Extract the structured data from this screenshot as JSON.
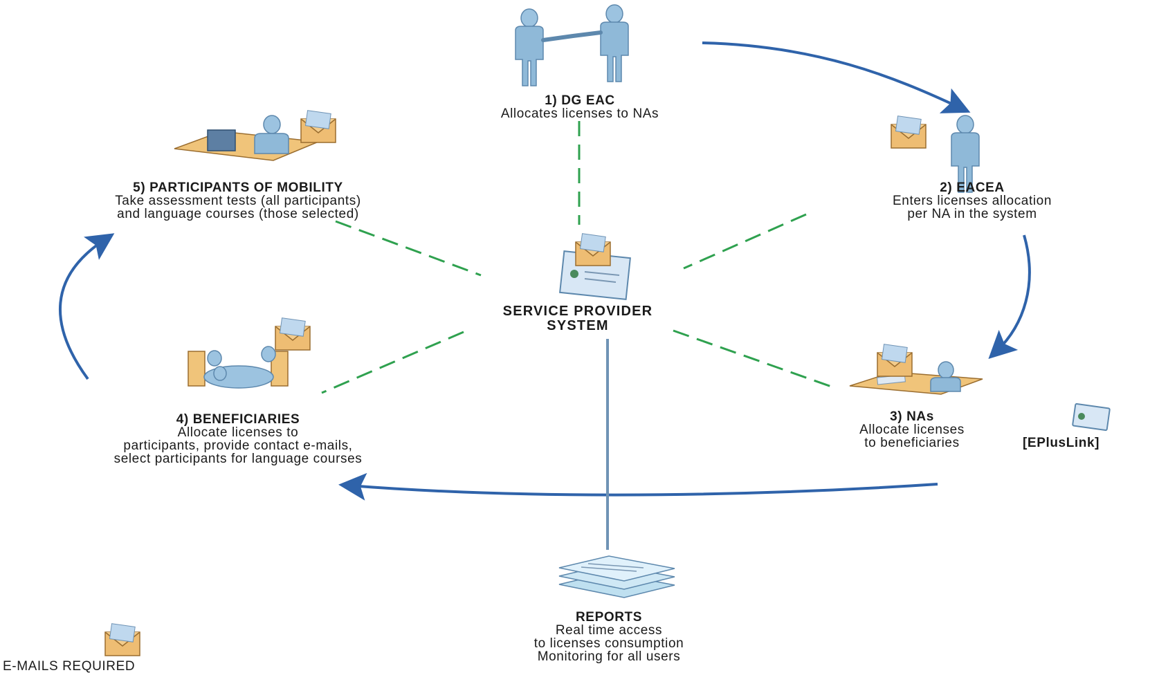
{
  "nodes": {
    "dg_eac": {
      "title": "1) DG EAC",
      "lines": [
        "Allocates licenses to NAs"
      ]
    },
    "eacea": {
      "title": "2) EACEA",
      "lines": [
        "Enters licenses allocation",
        "per NA in the system"
      ]
    },
    "nas": {
      "title": "3) NAs",
      "lines": [
        "Allocate licenses",
        "to beneficiaries"
      ]
    },
    "beneficiaries": {
      "title": "4) BENEFICIARIES",
      "lines": [
        "Allocate licenses to",
        "participants, provide contact e-mails,",
        "select participants for language courses"
      ]
    },
    "participants": {
      "title": "5) PARTICIPANTS OF MOBILITY",
      "lines": [
        "Take assessment tests (all participants)",
        "and language courses (those selected)"
      ]
    },
    "reports": {
      "title": "REPORTS",
      "lines": [
        "Real time access",
        "to licenses consumption",
        "Monitoring for all users"
      ]
    }
  },
  "center": {
    "lines": [
      "SERVICE PROVIDER",
      "SYSTEM"
    ]
  },
  "epluslink": "[EPlusLink]",
  "legend": {
    "label": "E-MAILS REQUIRED"
  },
  "icons": {
    "people": "people-figure-icon",
    "envelope": "envelope-icon",
    "system": "system-window-icon",
    "reports": "reports-stack-icon"
  },
  "colors": {
    "flow_arrow": "#2f63aa",
    "dashed_link": "#2fa14f",
    "person_body": "#8fb9d8",
    "envelope": "#e9b46a"
  }
}
